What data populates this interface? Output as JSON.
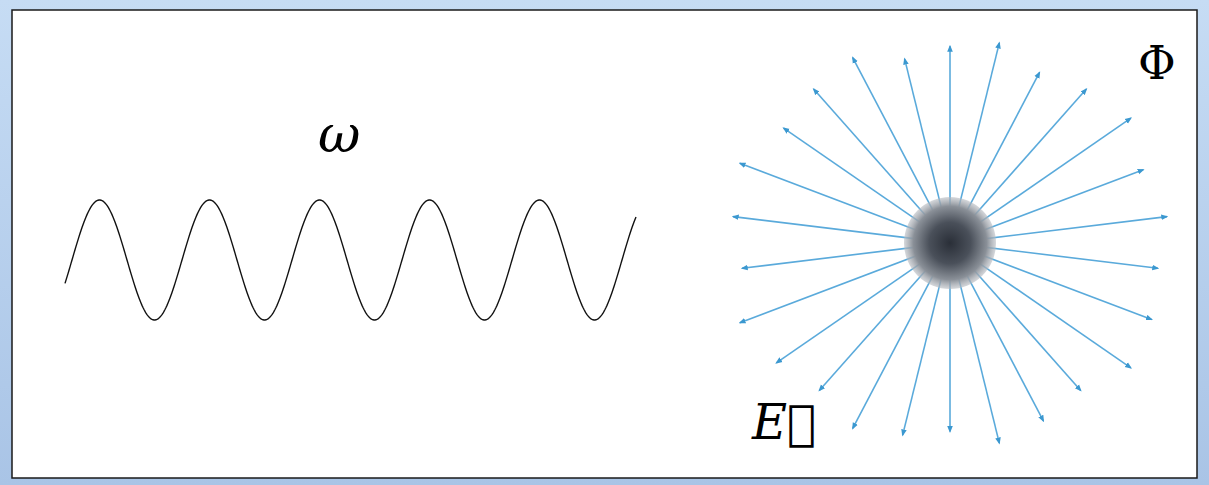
{
  "diagram": {
    "labels": [
      "ω",
      "Φ",
      "E⃗"
    ]
  }
}
